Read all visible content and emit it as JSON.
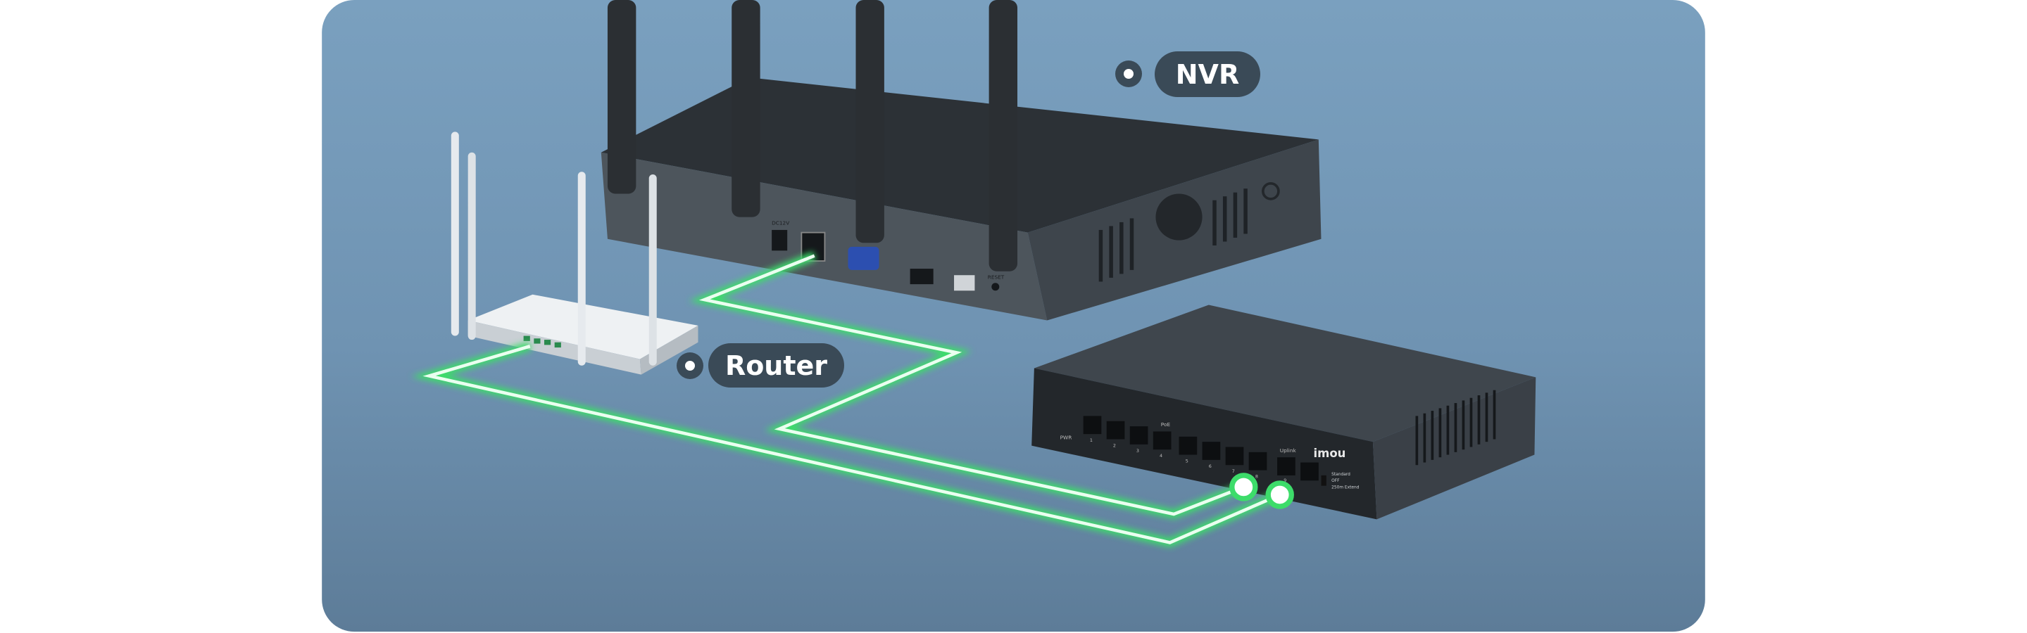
{
  "labels": {
    "nvr": "NVR",
    "router": "Router"
  },
  "switch": {
    "brand": "imou",
    "poe_label": "PoE",
    "uplink_label": "Uplink",
    "pwr_label": "PWR",
    "port_numbers": [
      "1",
      "2",
      "3",
      "4",
      "5",
      "6",
      "7",
      "8",
      "9"
    ],
    "mode_labels": [
      "Standard",
      "OFF",
      "250m Extend"
    ]
  },
  "nvr": {
    "ports": [
      "DC12V",
      "RESET"
    ]
  },
  "colors": {
    "background": "#7a9fbd",
    "label_bg": "#3a4a57",
    "cable_glow": "#3ddc6a",
    "device": "#2e3338"
  }
}
